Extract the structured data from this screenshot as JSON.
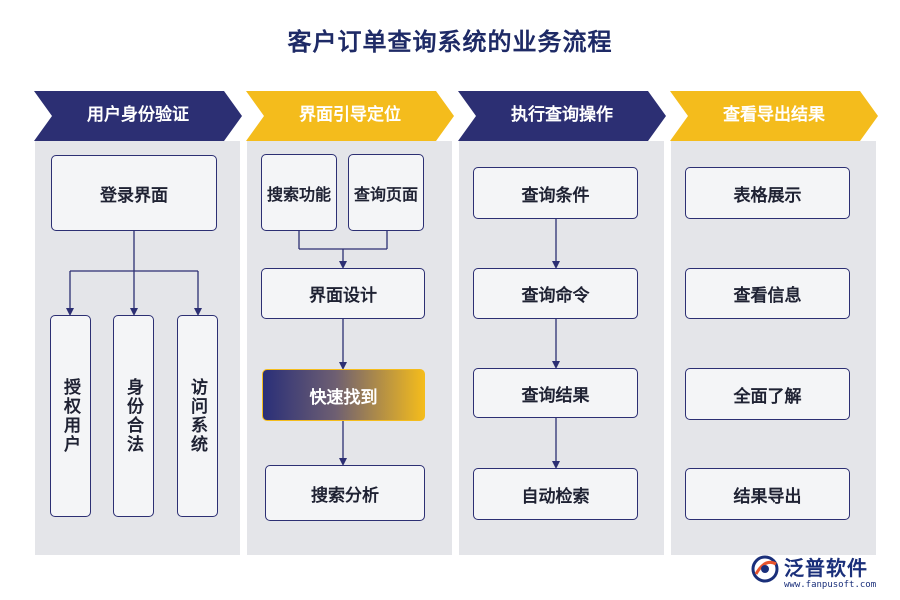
{
  "title": "客户订单查询系统的业务流程",
  "colors": {
    "navy": "#2c2f73",
    "gold": "#f4bc1c",
    "column_bg": "#e4e5e9",
    "box_bg": "#f4f5f7"
  },
  "stages": [
    {
      "label": "用户身份验证",
      "boxes": [
        "登录界面",
        "授权用户",
        "身份合法",
        "访问系统"
      ]
    },
    {
      "label": "界面引导定位",
      "boxes": [
        "搜索功能",
        "查询页面",
        "界面设计",
        "快速找到",
        "搜索分析"
      ]
    },
    {
      "label": "执行查询操作",
      "boxes": [
        "查询条件",
        "查询命令",
        "查询结果",
        "自动检索"
      ]
    },
    {
      "label": "查看导出结果",
      "boxes": [
        "表格展示",
        "查看信息",
        "全面了解",
        "结果导出"
      ]
    }
  ],
  "logo": {
    "name": "泛普软件",
    "url": "www.fanpusoft.com",
    "icon": "fanpu-logo-icon"
  }
}
